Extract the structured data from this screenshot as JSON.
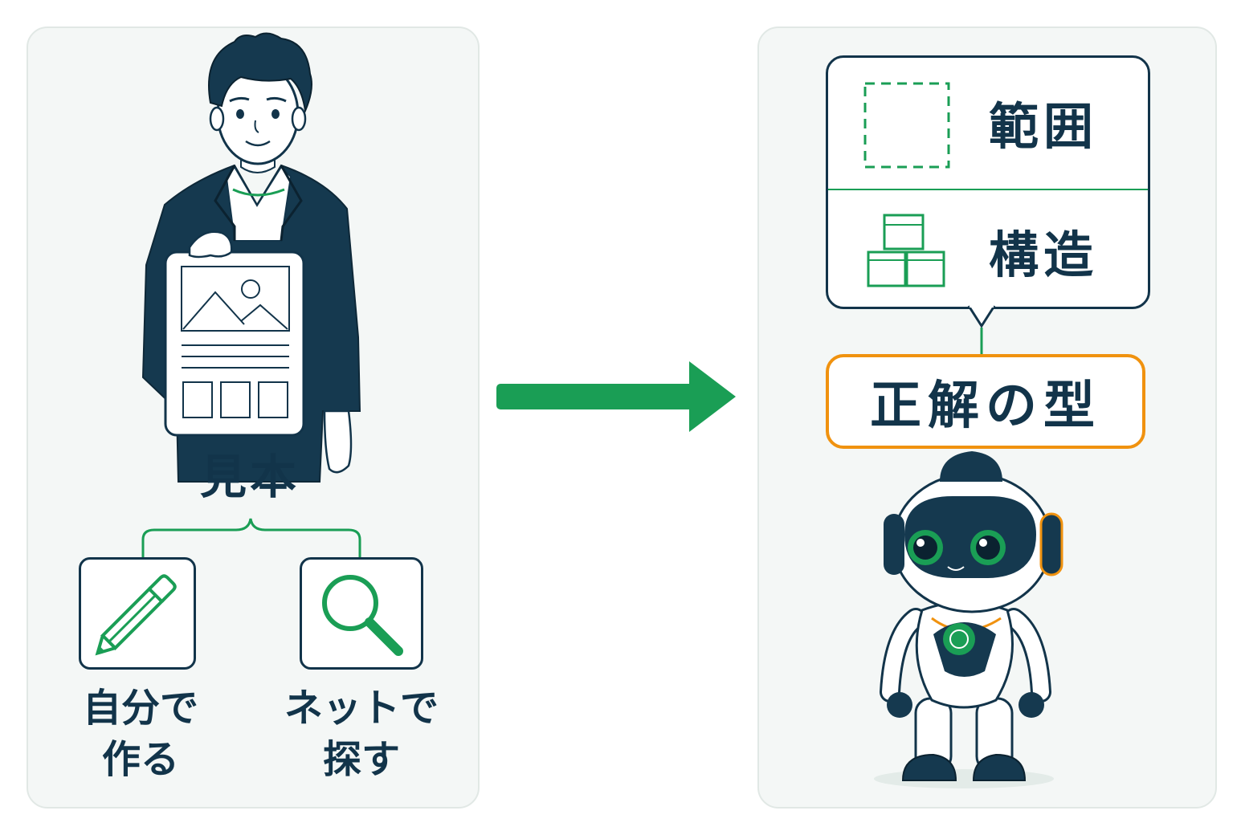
{
  "left": {
    "sample_label": "見本",
    "self_make_label_line1": "自分で",
    "self_make_label_line2": "作る",
    "net_search_label_line1": "ネットで",
    "net_search_label_line2": "探す"
  },
  "right": {
    "range_label": "範囲",
    "structure_label": "構造",
    "answer_template_label": "正解の型"
  },
  "colors": {
    "navy": "#12344a",
    "green": "#1a9e55",
    "orange": "#f0920f",
    "panel_bg": "#f4f7f6"
  },
  "icons": [
    "pencil-icon",
    "magnifier-icon",
    "dashed-square-icon",
    "blocks-icon",
    "arrow-right-icon"
  ]
}
